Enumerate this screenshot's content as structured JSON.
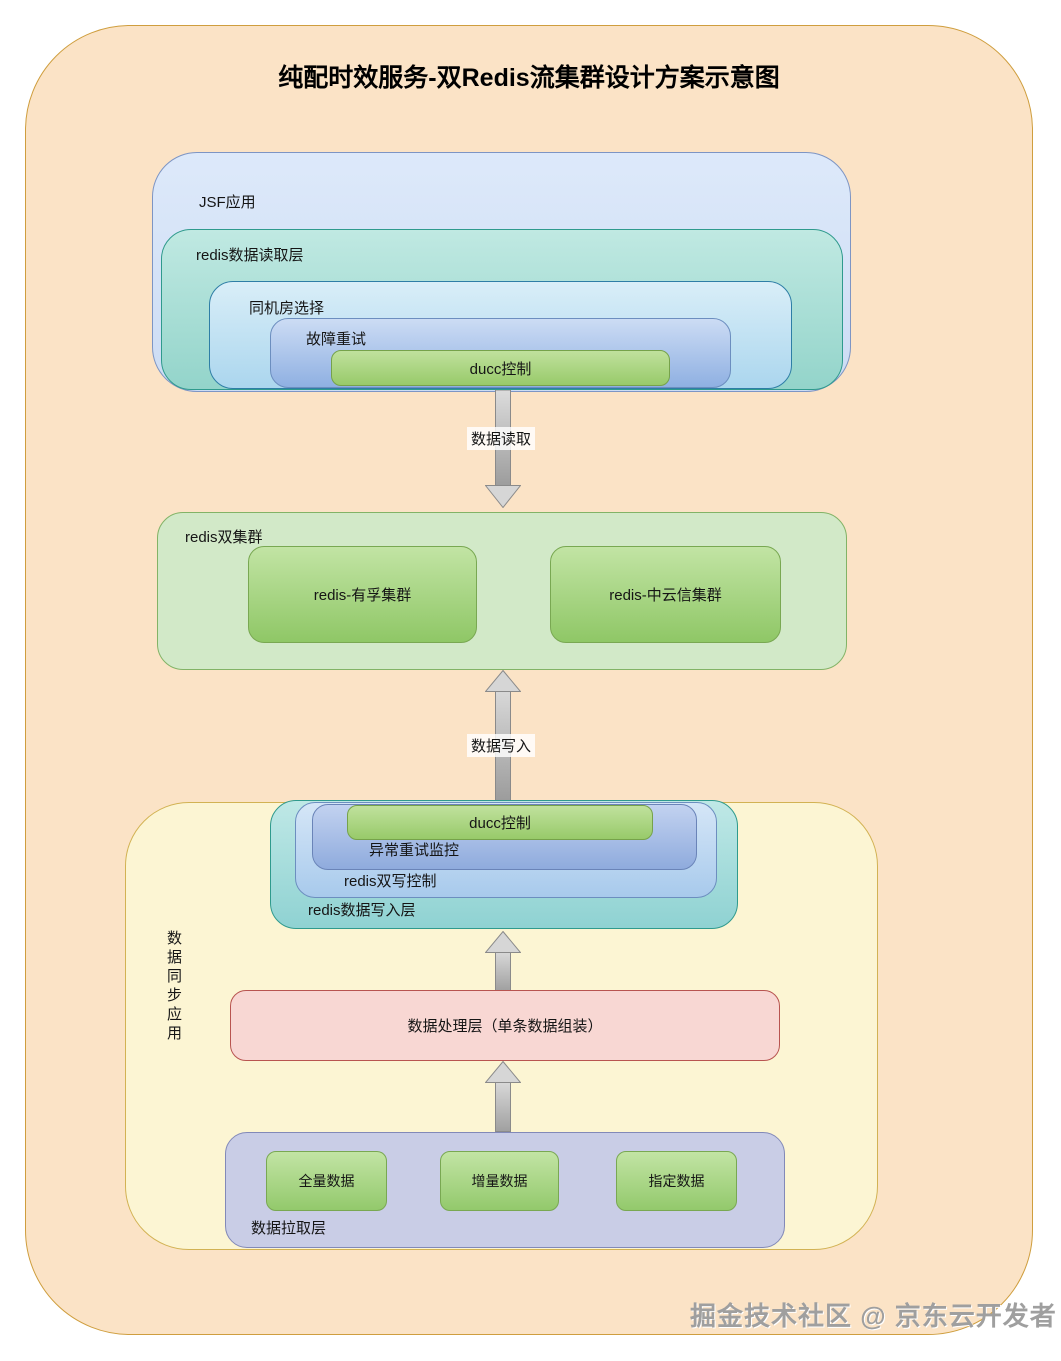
{
  "title": "纯配时效服务-双Redis流集群设计方案示意图",
  "watermark": "掘金技术社区 @ 京东云开发者",
  "read_stack": {
    "jsf_label": "JSF应用",
    "read_layer_label": "redis数据读取层",
    "same_room_label": "同机房选择",
    "fault_retry_label": "故障重试",
    "ducc_label": "ducc控制"
  },
  "flows": {
    "read_label": "数据读取",
    "write_label": "数据写入"
  },
  "cluster": {
    "label": "redis双集群",
    "nodes": [
      "redis-有孚集群",
      "redis-中云信集群"
    ]
  },
  "sync_app": {
    "vertical_label": "数据同步应用",
    "write_stack": {
      "write_layer_label": "redis数据写入层",
      "dual_write_label": "redis双写控制",
      "retry_monitor_label": "异常重试监控",
      "ducc_label": "ducc控制"
    },
    "process_layer_label": "数据处理层（单条数据组装）",
    "pull_layer": {
      "label": "数据拉取层",
      "items": [
        "全量数据",
        "增量数据",
        "指定数据"
      ]
    }
  },
  "palette": {
    "outer_fill": "#fbe3c6",
    "outer_stroke": "#cf9e3e",
    "blue_fill": "#dde9fa",
    "blue_stroke": "#6c8ebf",
    "teal_fill": "#a9dfd8",
    "teal_stroke": "#2f9a8d",
    "green_fill": "#a9d684",
    "green_stroke": "#79a852",
    "light_green_fill": "#d2e9c8",
    "yellow_fill": "#fcf5d3",
    "yellow_stroke": "#d2b253",
    "pink_fill": "#f8d7d3",
    "pink_stroke": "#b85450",
    "purple_fill": "#c9cde6",
    "purple_stroke": "#8289b8",
    "arrow_gray": "#9c9c9c"
  }
}
